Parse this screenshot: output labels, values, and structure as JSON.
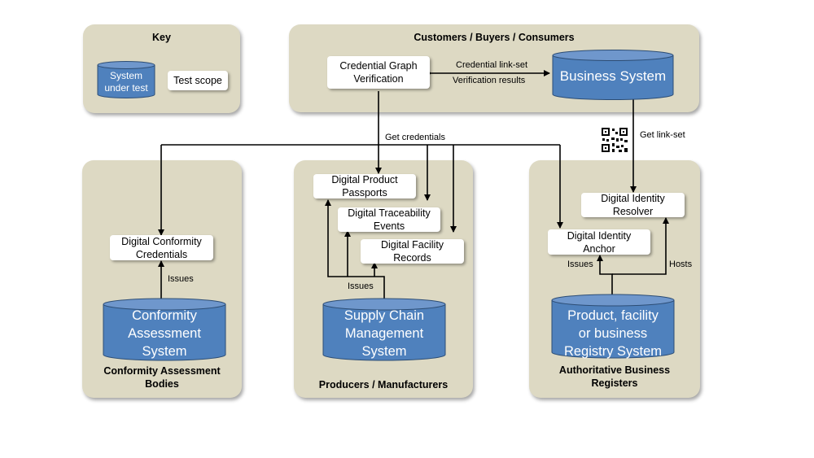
{
  "key": {
    "title": "Key",
    "system_under_test": "System\nunder test",
    "test_scope": "Test scope"
  },
  "customers": {
    "title": "Customers / Buyers / Consumers",
    "credential_graph": "Credential Graph\nVerification",
    "business_system": "Business System",
    "link_set_label": "Credential link-set",
    "verification_label": "Verification results"
  },
  "connectors": {
    "get_credentials": "Get credentials",
    "get_link_set": "Get link-set",
    "qr_icon": "qr-code-icon"
  },
  "conformity": {
    "title": "Conformity Assessment\nBodies",
    "credentials": "Digital Conformity\nCredentials",
    "issues": "Issues",
    "system": "Conformity\nAssessment\nSystem"
  },
  "producers": {
    "title": "Producers / Manufacturers",
    "passports": "Digital Product\nPassports",
    "traceability": "Digital Traceability\nEvents",
    "facility": "Digital Facility\nRecords",
    "issues": "Issues",
    "system": "Supply Chain\nManagement\nSystem"
  },
  "registers": {
    "title": "Authoritative Business\nRegisters",
    "resolver": "Digital Identity\nResolver",
    "anchor": "Digital Identity\nAnchor",
    "issues": "Issues",
    "hosts": "Hosts",
    "system": "Product, facility\nor business\nRegistry System"
  },
  "colors": {
    "panel": "#ddd9c3",
    "cylinder_fill": "#4f81bd",
    "cylinder_top": "#6f97cc",
    "cylinder_stroke": "#2c4d75",
    "box": "#ffffff"
  }
}
